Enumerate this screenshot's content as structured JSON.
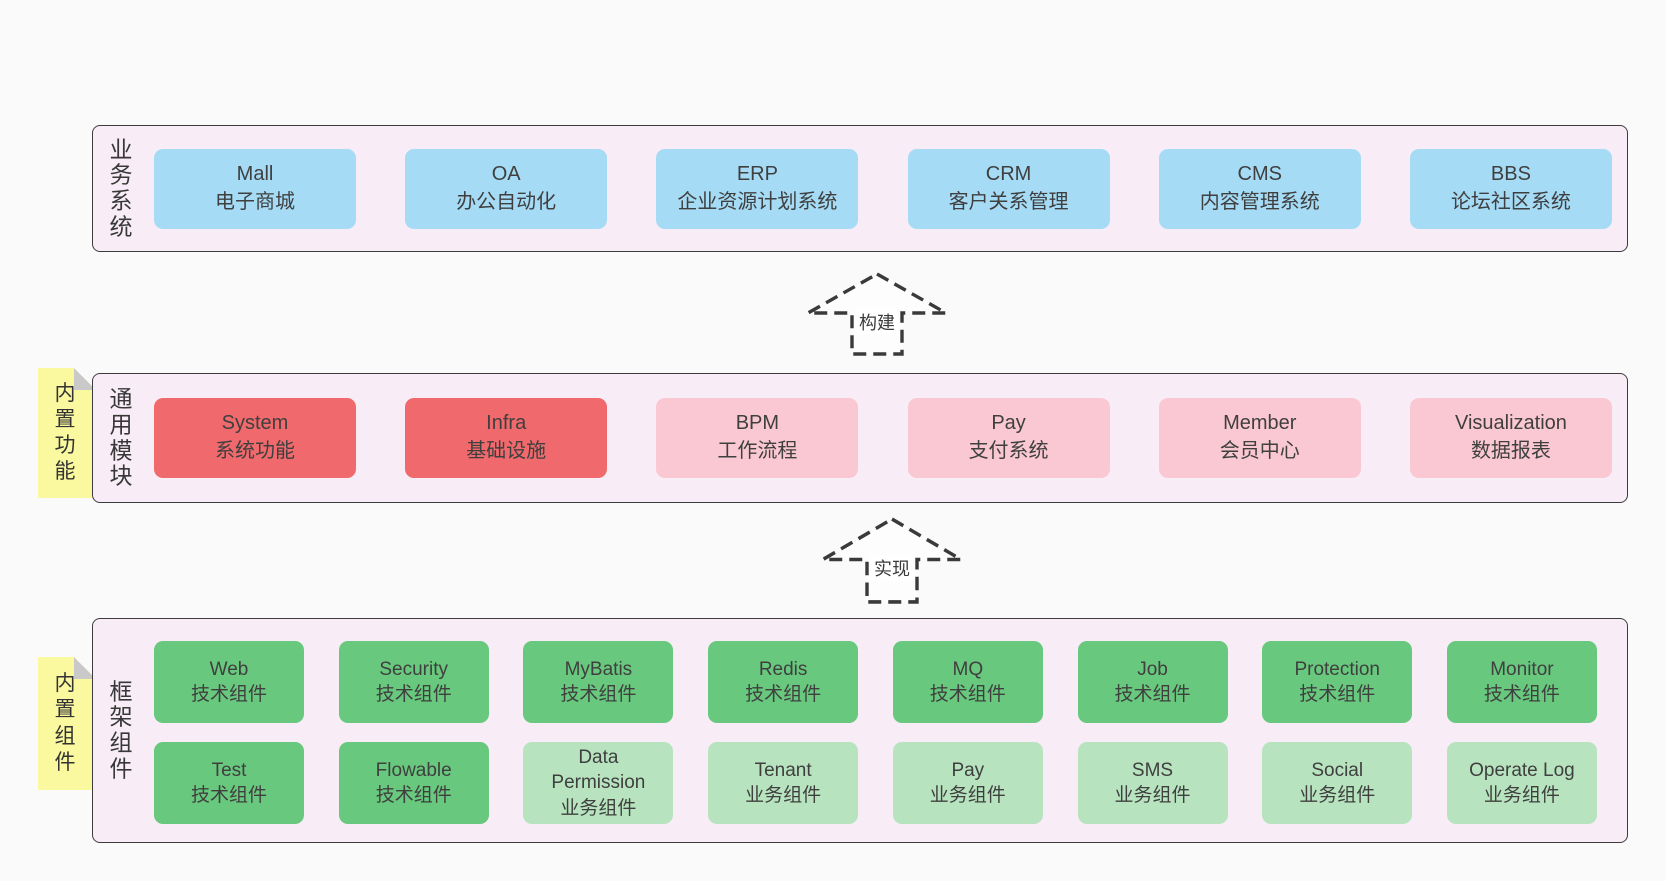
{
  "bands": {
    "business": {
      "label": "业务系统",
      "boxes": [
        {
          "name": "Mall",
          "desc": "电子商城"
        },
        {
          "name": "OA",
          "desc": "办公自动化"
        },
        {
          "name": "ERP",
          "desc": "企业资源计划系统"
        },
        {
          "name": "CRM",
          "desc": "客户关系管理"
        },
        {
          "name": "CMS",
          "desc": "内容管理系统"
        },
        {
          "name": "BBS",
          "desc": "论坛社区系统"
        }
      ]
    },
    "modules": {
      "label": "通用模块",
      "sticky": "内置功能",
      "boxes": [
        {
          "name": "System",
          "desc": "系统功能",
          "variant": "red"
        },
        {
          "name": "Infra",
          "desc": "基础设施",
          "variant": "red"
        },
        {
          "name": "BPM",
          "desc": "工作流程",
          "variant": "pink"
        },
        {
          "name": "Pay",
          "desc": "支付系统",
          "variant": "pink"
        },
        {
          "name": "Member",
          "desc": "会员中心",
          "variant": "pink"
        },
        {
          "name": "Visualization",
          "desc": "数据报表",
          "variant": "pink"
        }
      ]
    },
    "components": {
      "label": "框架组件",
      "sticky": "内置组件",
      "row1": [
        {
          "name": "Web",
          "desc": "技术组件",
          "variant": "green-dark"
        },
        {
          "name": "Security",
          "desc": "技术组件",
          "variant": "green-dark"
        },
        {
          "name": "MyBatis",
          "desc": "技术组件",
          "variant": "green-dark"
        },
        {
          "name": "Redis",
          "desc": "技术组件",
          "variant": "green-dark"
        },
        {
          "name": "MQ",
          "desc": "技术组件",
          "variant": "green-dark"
        },
        {
          "name": "Job",
          "desc": "技术组件",
          "variant": "green-dark"
        },
        {
          "name": "Protection",
          "desc": "技术组件",
          "variant": "green-dark"
        },
        {
          "name": "Monitor",
          "desc": "技术组件",
          "variant": "green-dark"
        }
      ],
      "row2": [
        {
          "name": "Test",
          "desc": "技术组件",
          "variant": "green-dark"
        },
        {
          "name": "Flowable",
          "desc": "技术组件",
          "variant": "green-dark"
        },
        {
          "name": "Data Permission",
          "desc": "业务组件",
          "variant": "green-light"
        },
        {
          "name": "Tenant",
          "desc": "业务组件",
          "variant": "green-light"
        },
        {
          "name": "Pay",
          "desc": "业务组件",
          "variant": "green-light"
        },
        {
          "name": "SMS",
          "desc": "业务组件",
          "variant": "green-light"
        },
        {
          "name": "Social",
          "desc": "业务组件",
          "variant": "green-light"
        },
        {
          "name": "Operate Log",
          "desc": "业务组件",
          "variant": "green-light"
        }
      ]
    }
  },
  "arrows": {
    "build": "构建",
    "implement": "实现"
  },
  "colors": {
    "page-bg": "#fafafa",
    "band-bg": "#f8edf6",
    "band-border": "#3c3c3c",
    "blue": "#a6dbf6",
    "red": "#f0696c",
    "pink": "#fac8d2",
    "green-dark": "#68c87d",
    "green-light": "#b7e4bf",
    "sticky": "#faf9a0",
    "fold": "#c9c9c9",
    "text": "#3f3f3f",
    "dash": "#3a3a3a"
  }
}
